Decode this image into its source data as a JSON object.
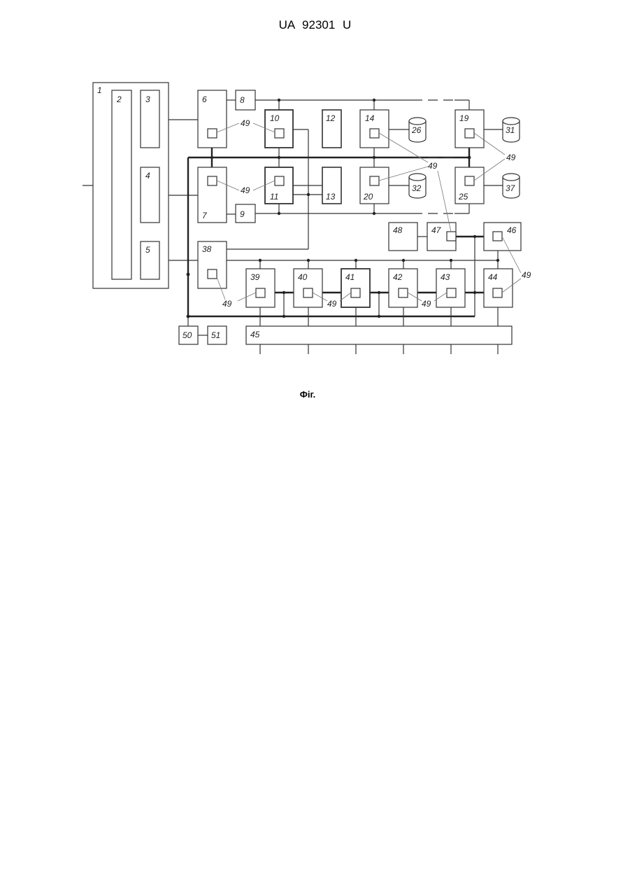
{
  "header": {
    "code": "UA   92301   U"
  },
  "caption": "Фіг.",
  "figure": {
    "block_labels": {
      "b1": "1",
      "b2": "2",
      "b3": "3",
      "b4": "4",
      "b5": "5",
      "b6": "6",
      "b7": "7",
      "b8": "8",
      "b9": "9",
      "b10": "10",
      "b11": "11",
      "b12": "12",
      "b13": "13",
      "b14": "14",
      "b19": "19",
      "b20": "20",
      "b25": "25",
      "b26": "26",
      "b31": "31",
      "b32": "32",
      "b37": "37",
      "b38": "38",
      "b39": "39",
      "b40": "40",
      "b41": "41",
      "b42": "42",
      "b43": "43",
      "b44": "44",
      "b45": "45",
      "b46": "46",
      "b47": "47",
      "b48": "48",
      "b50": "50",
      "b51": "51"
    },
    "sensor_label": "49"
  }
}
